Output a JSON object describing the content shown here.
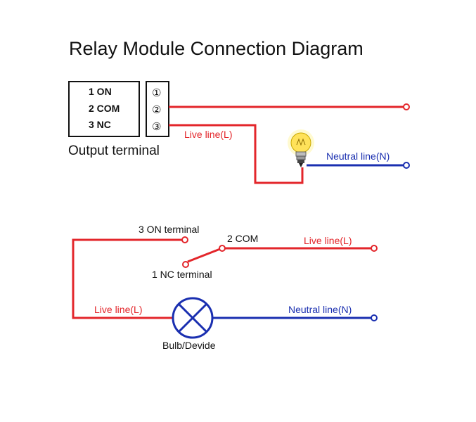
{
  "title": "Relay Module Connection Diagram",
  "colors": {
    "live": "#e3262b",
    "neutral": "#1a2fb0",
    "ink": "#111111",
    "bulb_glow": "#ffe25a"
  },
  "top": {
    "terminal_labels": [
      "1 ON",
      "2 COM",
      "3 NC"
    ],
    "terminal_numbers": [
      "①",
      "②",
      "③"
    ],
    "output_terminal_label": "Output terminal",
    "live_label": "Live line(L)",
    "neutral_label": "Neutral line(N)",
    "bulb_icon": "light-bulb-icon"
  },
  "bottom": {
    "on_terminal_label": "3 ON terminal",
    "com_label": "2 COM",
    "nc_terminal_label": "1 NC terminal",
    "live_label_right": "Live line(L)",
    "live_label_left": "Live line(L)",
    "neutral_label": "Neutral line(N)",
    "bulb_label": "Bulb/Devide",
    "lamp_icon": "lamp-symbol-icon"
  }
}
